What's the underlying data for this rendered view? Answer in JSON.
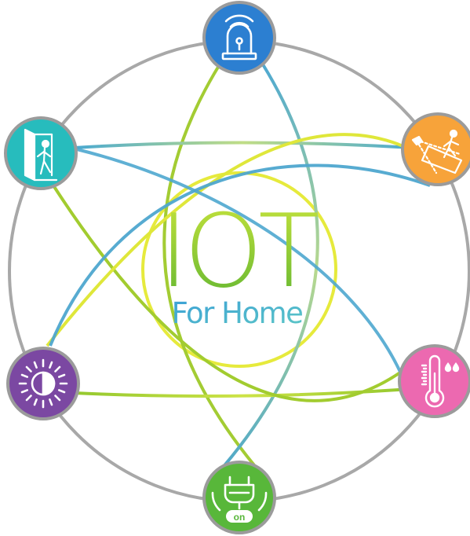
{
  "title": {
    "main": "IOT",
    "subtitle": "For Home"
  },
  "colors": {
    "outer_ring": "#a7a7a7",
    "iot_gradient_top": "#c5e23a",
    "iot_gradient_bottom": "#5cb531",
    "subtitle_top": "#3aa0d6",
    "subtitle_bottom": "#5ec3ce",
    "green_lens": "#9bcc2e",
    "yellow_lens": "#e4ea3c",
    "blue_lens": "#4fa8cf",
    "badge_border": "#9a9a9a"
  },
  "devices": [
    {
      "name": "alarm-siren",
      "icon": "alarm-icon",
      "color": "#2c7ed0"
    },
    {
      "name": "motion-sensor",
      "icon": "motion-sensor-icon",
      "color": "#f7a33a"
    },
    {
      "name": "temperature-humidity",
      "icon": "thermometer-icon",
      "color": "#ec69b0"
    },
    {
      "name": "smart-plug",
      "icon": "plug-icon",
      "color": "#58b73a",
      "label": "on"
    },
    {
      "name": "brightness",
      "icon": "brightness-icon",
      "color": "#7b48a2"
    },
    {
      "name": "door-sensor",
      "icon": "door-icon",
      "color": "#27bcbd"
    }
  ]
}
